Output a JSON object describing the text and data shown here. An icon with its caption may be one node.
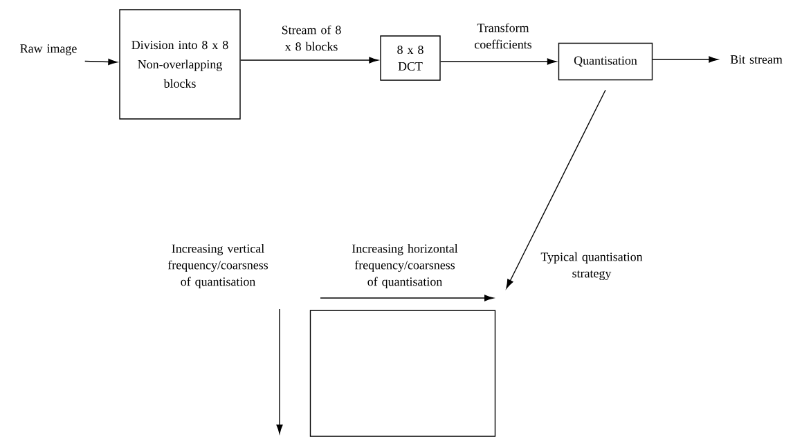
{
  "diagram": {
    "nodes": [
      {
        "text": [
          "Raw image"
        ]
      },
      {
        "text": [
          "Division into 8 x 8 Non-overlapping blocks"
        ]
      },
      {
        "text": [
          "8 x 8 DCT"
        ]
      },
      {
        "text": [
          "Quantisation"
        ]
      },
      {
        "text": [
          "Bit stream"
        ]
      },
      {
        "text": [],
        "shape": "box"
      }
    ],
    "edges": [
      {
        "from": 0,
        "to": 1,
        "arrow": "to"
      },
      {
        "from": 1,
        "to": 2,
        "arrow": "to",
        "label": "Stream of 8 x 8 blocks"
      },
      {
        "from": 2,
        "to": 3,
        "arrow": "to",
        "label": "Transform coefficients"
      },
      {
        "from": 3,
        "to": 4,
        "arrow": "to"
      },
      {
        "from": 3,
        "to": 5,
        "arrow": "to",
        "label": "Typical quantisation strategy"
      }
    ],
    "labels": [
      "Increasing horizontal frequency/coarsness of quantisation",
      "Increasing vertical frequency/coarsness of quantisation"
    ]
  }
}
